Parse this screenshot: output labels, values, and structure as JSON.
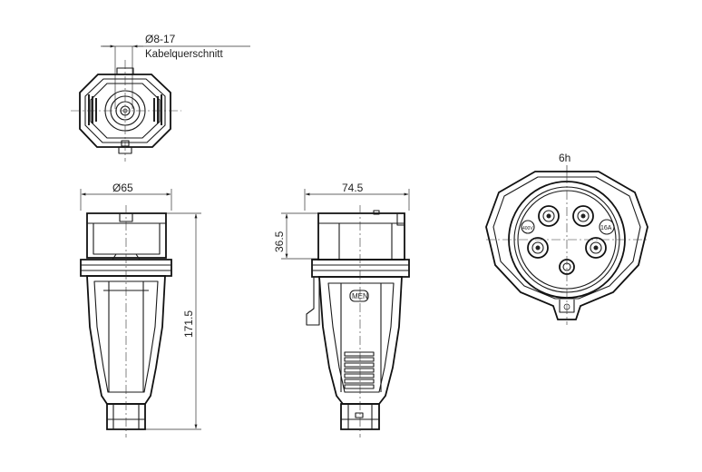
{
  "top_view": {
    "diameter_label": "Ø8-17",
    "cable_label": "Kabelquerschnitt"
  },
  "front_view": {
    "width_label": "Ø65",
    "height_label": "171.5"
  },
  "side_view": {
    "width_label": "74.5",
    "height_label": "36.5",
    "logo_text": "MEN"
  },
  "face_view": {
    "clock_label": "6h",
    "current_label": "16A",
    "voltage_label": "400V"
  }
}
